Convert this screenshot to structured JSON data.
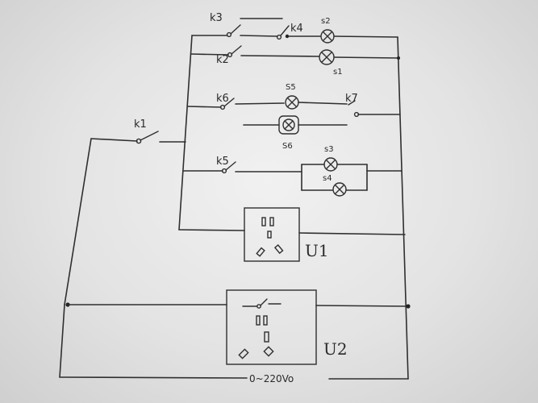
{
  "diagram": {
    "switches": {
      "k1": "k1",
      "k2": "k2",
      "k3": "k3",
      "k4": "k4",
      "k5": "k5",
      "k6": "k6",
      "k7": "k7"
    },
    "lamps": {
      "s1": "s1",
      "s2": "s2",
      "s3": "s3",
      "s4": "s4",
      "s5": "S5",
      "s6": "S6"
    },
    "sockets": {
      "u1": "U1",
      "u2": "U2"
    },
    "source": "0~220Vo"
  },
  "colors": {
    "ink": "#2f2f2f",
    "paper": "#e6e6e6"
  }
}
